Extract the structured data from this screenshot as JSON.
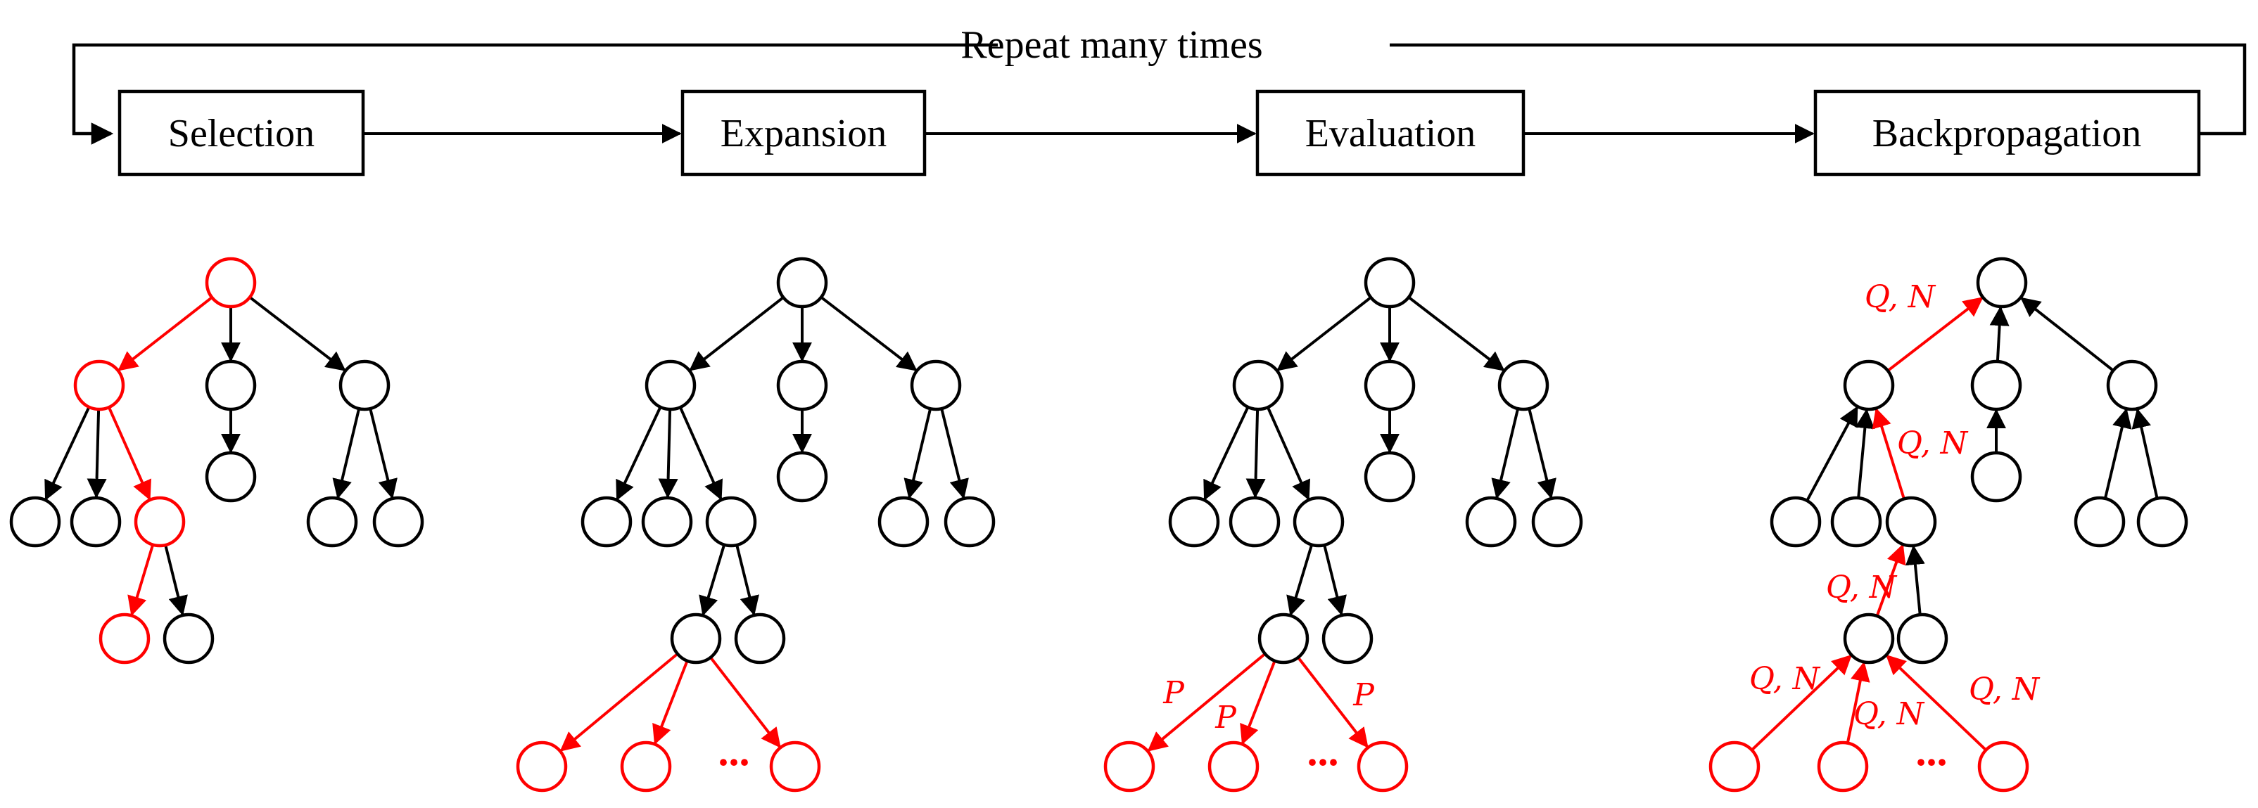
{
  "title": "Repeat many times",
  "colors": {
    "default": "#000000",
    "highlight": "#ff0000"
  },
  "steps": [
    {
      "id": "selection",
      "label": "Selection"
    },
    {
      "id": "expansion",
      "label": "Expansion"
    },
    {
      "id": "evaluation",
      "label": "Evaluation"
    },
    {
      "id": "backpropagation",
      "label": "Backpropagation"
    }
  ],
  "trees": [
    {
      "id": "selection",
      "highlighted_nodes": [
        "root",
        "a",
        "a3",
        "a3a"
      ],
      "new_leaves": 0,
      "edge_labels": []
    },
    {
      "id": "expansion",
      "highlighted_nodes": [],
      "new_leaves": 3,
      "ellipsis": "...",
      "edge_labels": []
    },
    {
      "id": "evaluation",
      "highlighted_nodes": [],
      "new_leaves": 3,
      "ellipsis": "...",
      "edge_labels": [
        "P",
        "P",
        "P"
      ]
    },
    {
      "id": "backpropagation",
      "highlighted_nodes": [],
      "new_leaves": 3,
      "ellipsis": "...",
      "edge_labels": [
        "Q, N",
        "Q, N",
        "Q, N",
        "Q, N",
        "Q, N",
        "Q, N"
      ]
    }
  ]
}
